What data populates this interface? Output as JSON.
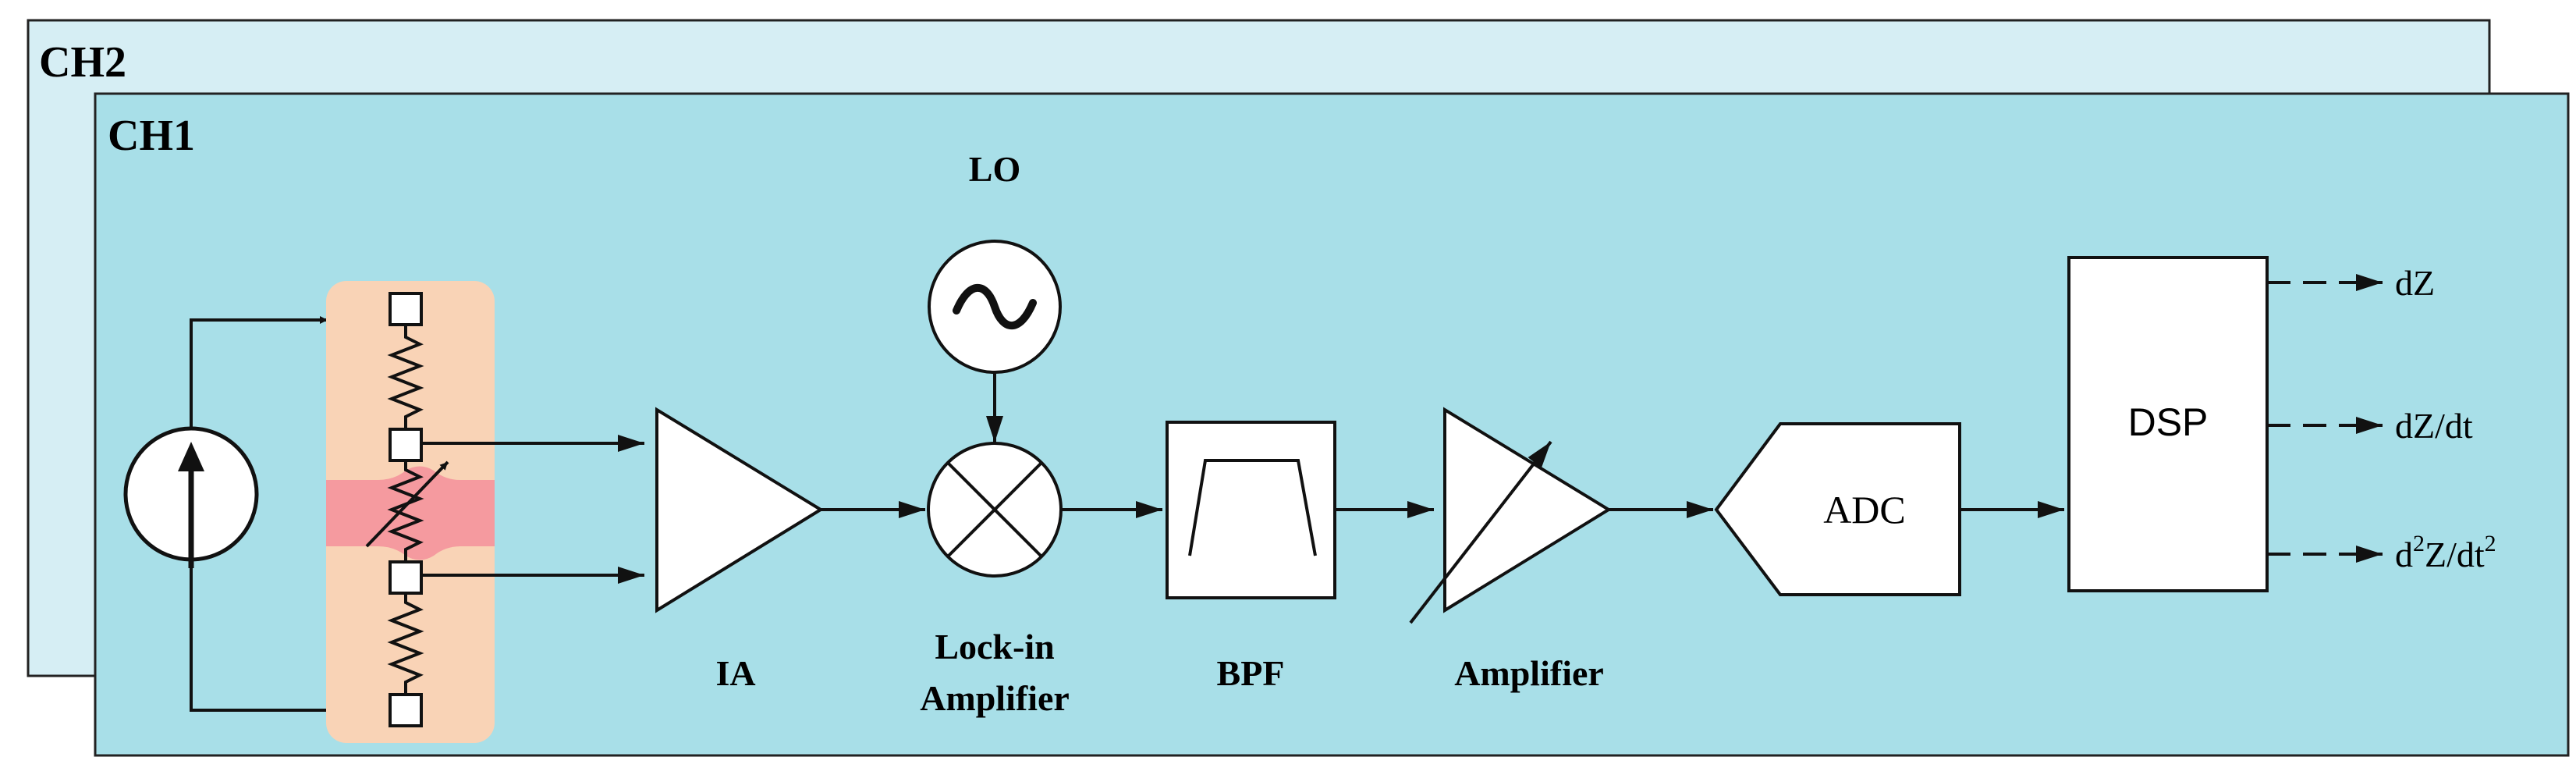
{
  "colors": {
    "ch2_panel": "#d6eef4",
    "ch1_panel": "#a8dfe8",
    "electrode_bg": "#f9d3b6",
    "tissue_band": "#f59a9f",
    "stroke": "#111111",
    "block_fill": "#ffffff"
  },
  "channels": {
    "ch2": "CH2",
    "ch1": "CH1"
  },
  "blocks": {
    "lo": "LO",
    "lo_symbol": "~",
    "ia": "IA",
    "lockin_line1": "Lock-in",
    "lockin_line2": "Amplifier",
    "bpf": "BPF",
    "amplifier": "Amplifier",
    "adc": "ADC",
    "dsp": "DSP"
  },
  "outputs": {
    "dz": "dZ",
    "dzdt": "dZ/dt",
    "d2z_d": "d",
    "d2z_sup1": "2",
    "d2z_mid": "Z/dt",
    "d2z_sup2": "2"
  },
  "icons": [
    "current-source-icon",
    "sine-wave-icon",
    "mixer-x-icon",
    "bandpass-icon",
    "variable-arrow-icon",
    "resistor-icon"
  ]
}
